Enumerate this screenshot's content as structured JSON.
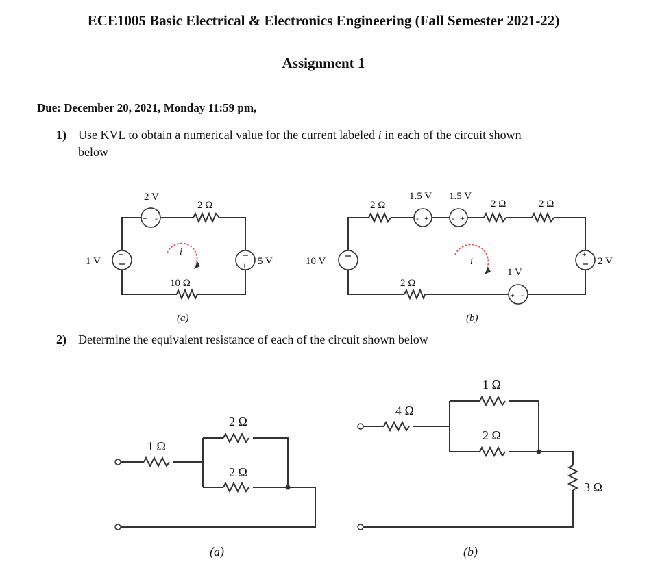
{
  "header": {
    "title": "ECE1005 Basic Electrical & Electronics Engineering (Fall Semester 2021-22)",
    "subtitle": "Assignment 1",
    "due": "Due: December 20, 2021, Monday 11:59 pm,"
  },
  "questions": [
    {
      "number": "1)",
      "text_line1": "Use KVL to obtain a numerical value for the current labeled ",
      "italic_var": "i",
      "text_line1_end": " in each of the circuit shown",
      "text_line2": "below"
    },
    {
      "number": "2)",
      "text": "Determine the equivalent resistance of each of the circuit shown below"
    }
  ],
  "fig1a": {
    "label": "(a)",
    "v_top": "2 V",
    "r_top": "2 Ω",
    "v_left": "1 V",
    "r_bottom": "10 Ω",
    "v_right": "5 V",
    "current": "i"
  },
  "fig1b": {
    "label": "(b)",
    "v_left": "10 V",
    "r1": "2 Ω",
    "v_top1": "1.5 V",
    "v_top2": "1.5 V",
    "r2": "2 Ω",
    "r3": "2 Ω",
    "v_right": "2 V",
    "r_bottom": "2 Ω",
    "v_bottom": "1 V",
    "current": "i"
  },
  "fig2a": {
    "label": "(a)",
    "r_series": "1 Ω",
    "r_top": "2 Ω",
    "r_bottom": "2 Ω"
  },
  "fig2b": {
    "label": "(b)",
    "r_series": "4 Ω",
    "r_top": "1 Ω",
    "r_mid": "2 Ω",
    "r_vertical": "3 Ω"
  }
}
